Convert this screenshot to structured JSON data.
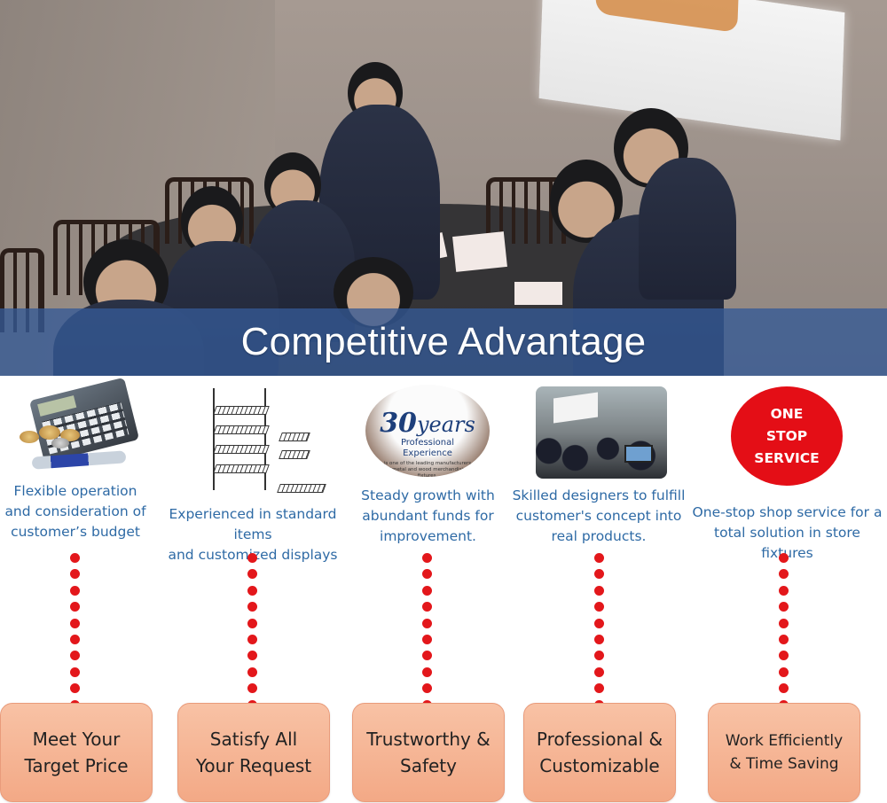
{
  "banner": {
    "title": "Competitive Advantage"
  },
  "badge": {
    "number": "30",
    "word": "years",
    "line1": "Professional",
    "line2": "Experience",
    "fine": "is one of the leading manufacturers of metal and wood merchandising fixtures."
  },
  "one_stop_badge": "ONE\nSTOP\nSERVICE",
  "columns": [
    {
      "caption": "Flexible operation\nand consideration of\ncustomer’s budget",
      "box": "Meet Your\nTarget Price",
      "icon": "calculator-coins-icon"
    },
    {
      "caption": "Experienced in standard items\nand customized displays",
      "box": "Satisfy All\nYour Request",
      "icon": "display-rack-drawing-icon"
    },
    {
      "caption": "Steady growth with\nabundant funds for\nimprovement.",
      "box": "Trustworthy &\nSafety",
      "icon": "thirty-years-badge-icon"
    },
    {
      "caption": "Skilled designers to fulfill\ncustomer's concept into\nreal products.",
      "box": "Professional &\nCustomizable",
      "icon": "design-meeting-photo-icon"
    },
    {
      "caption": "One-stop shop service for a\ntotal solution in store fixtures",
      "box": "Work Efficiently\n& Time Saving",
      "icon": "one-stop-service-icon"
    }
  ],
  "colors": {
    "banner": "#345a96",
    "caption": "#2e6aa5",
    "dot": "#e3171b",
    "box_top": "#f8c2a5",
    "box_bottom": "#f3a986",
    "one_stop": "#e40e16"
  }
}
